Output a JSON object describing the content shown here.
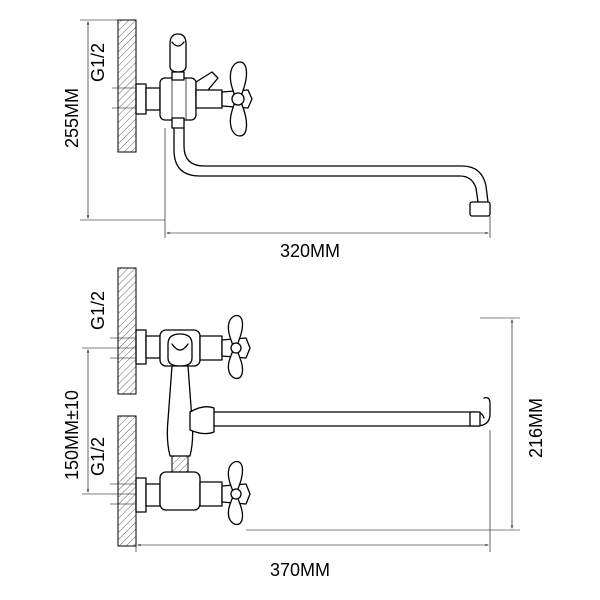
{
  "top_view": {
    "height_label": "255MM",
    "thread_label": "G1/2",
    "spout_reach_label": "320MM"
  },
  "front_view": {
    "thread_label_upper": "G1/2",
    "thread_label_lower": "G1/2",
    "spacing_label": "150MM±10",
    "height_label": "216MM",
    "width_label": "370MM"
  }
}
